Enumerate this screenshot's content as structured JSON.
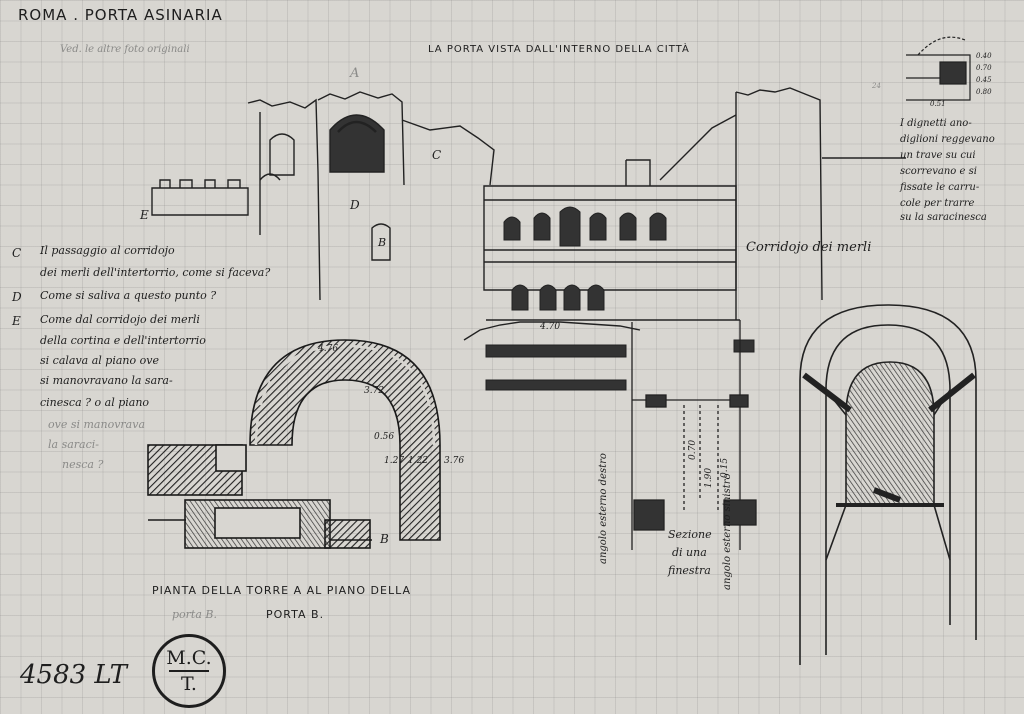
{
  "header": {
    "title": "ROMA . PORTA ASINARIA",
    "faded_note": "Ved. le altre foto originali",
    "view_caption": "LA PORTA VISTA DALL'INTERNO DELLA CITTÀ"
  },
  "elevation_labels": {
    "a": "A",
    "b": "B",
    "c": "C",
    "d": "D",
    "e": "E",
    "corridor": "Corridojo dei merli"
  },
  "notes": {
    "c_letter": "C",
    "c_lines": [
      "Il passaggio al corridojo",
      "dei merli dell'intertorrio, come si faceva?"
    ],
    "d_letter": "D",
    "d_lines": [
      "Come si saliva a questo punto ?"
    ],
    "e_letter": "E",
    "e_lines": [
      "Come dal corridojo dei merli",
      "della cortina e dell'intertorrio",
      "si calava al piano ove",
      "si manovravano la sara-",
      "cinesca ? o al piano",
      "ove si manovrava",
      "la saraci-",
      "nesca ?"
    ]
  },
  "top_right_note": {
    "lines": [
      "I dignetti ano-",
      "diglioni reggevano",
      "un trave su cui",
      "scorrevano e si",
      "fissate le carru-",
      "cole per trarre",
      "su la saracinesca"
    ],
    "dims": [
      "0.40",
      "0.70",
      "0.45",
      "0.51",
      "0.80",
      "24"
    ]
  },
  "plan": {
    "caption_line1": "PIANTA DELLA TORRE A AL PIANO DELLA",
    "caption_faint": "porta B.",
    "caption_line2": "PORTA B.",
    "b_label": "B",
    "dims": [
      "4.76",
      "3.72",
      "0.56",
      "1.22",
      "1.27",
      "3.76"
    ]
  },
  "section": {
    "caption_lines": [
      "Sezione",
      "di una",
      "finestra"
    ],
    "left_vertical": "angolo esterno destro",
    "right_vertical": "angolo esterno sinistro",
    "dims": [
      "0.70",
      "1.90",
      "0.15"
    ]
  },
  "elevation_dims": [
    "4.70"
  ],
  "stamp": {
    "line1": "M.C.",
    "line2": "T."
  },
  "inventory": "4583 LT"
}
